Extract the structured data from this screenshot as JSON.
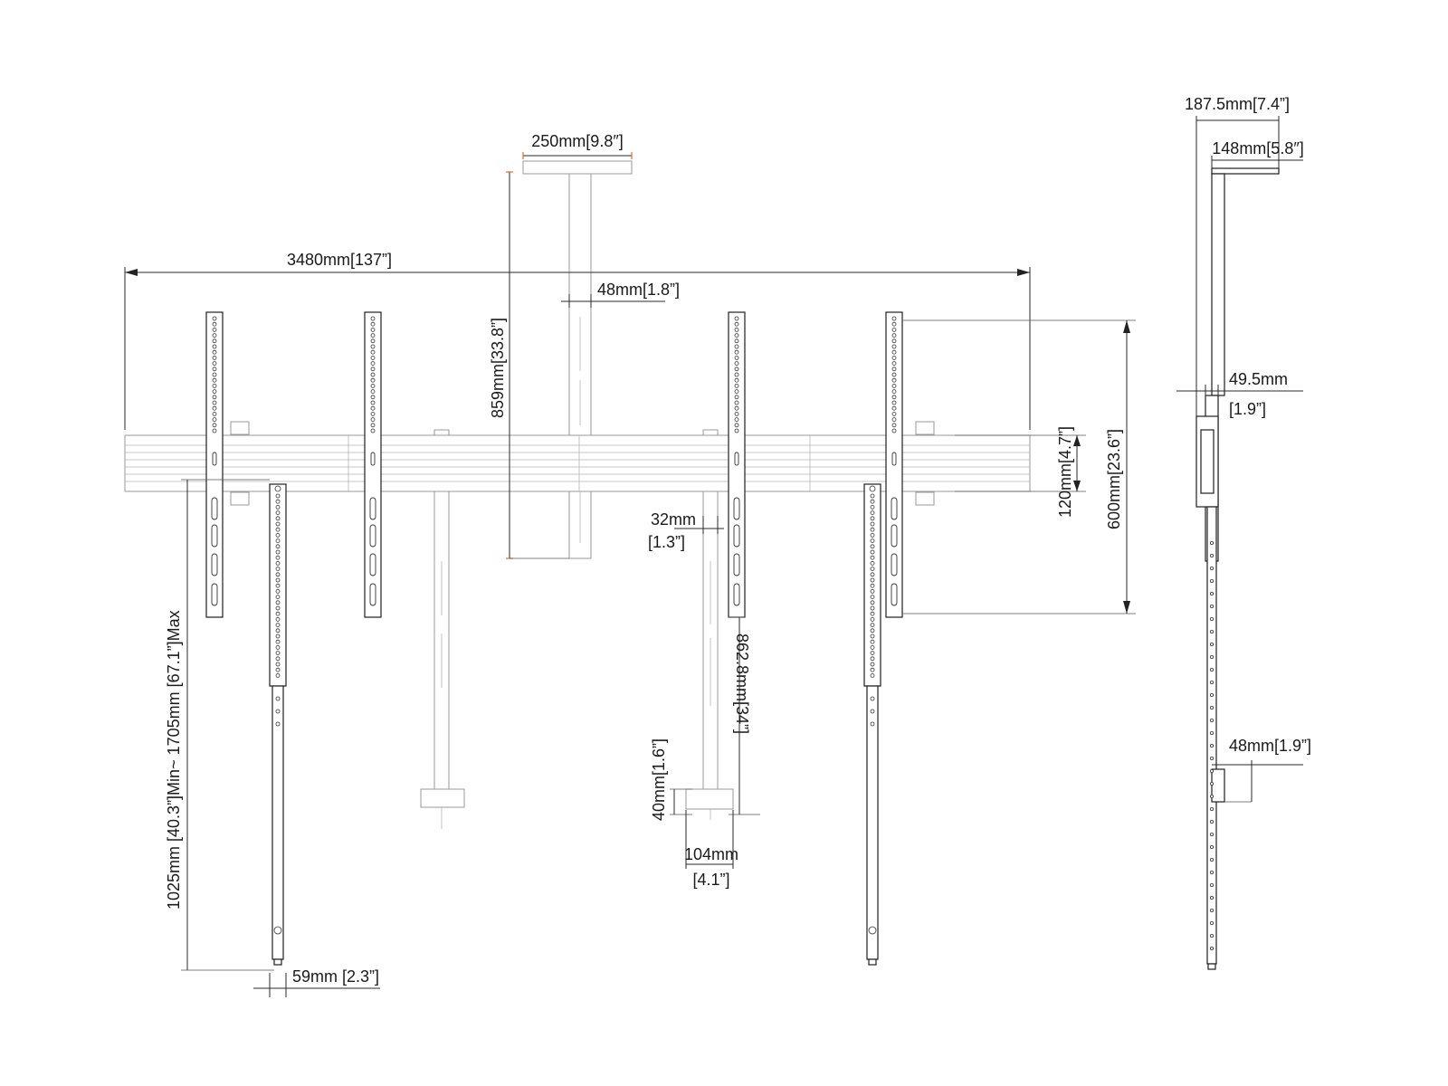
{
  "dimensions": {
    "total_width": "3480mm[137”]",
    "ceiling_plate": "250mm[9.8″]",
    "pole_width": "48mm[1.8”]",
    "drop_height": "859mm[33.8”]",
    "rail_height": "120mm[4.7”]",
    "bracket_height": "600mm[23.6”]",
    "leg_height": "1025mm [40.3”]Min~ 1705mm [67.1”]Max",
    "leg_width": "59mm [2.3”]",
    "offset_a": "32mm",
    "offset_a_in": "[1.3”]",
    "lower_pole": "862.8mm[34”]",
    "clamp_height": "40mm[1.6”]",
    "clamp_width": "104mm",
    "clamp_width_in": "[4.1”]",
    "side_depth": "187.5mm[7.4”]",
    "side_plate": "148mm[5.8″]",
    "side_gap": "49.5mm",
    "side_gap_in": "[1.9”]",
    "side_pole": "48mm[1.9”]"
  },
  "colors": {
    "line": "#1e1e1e",
    "ghost": "#9a9a9a",
    "accent": "#e5662a"
  }
}
